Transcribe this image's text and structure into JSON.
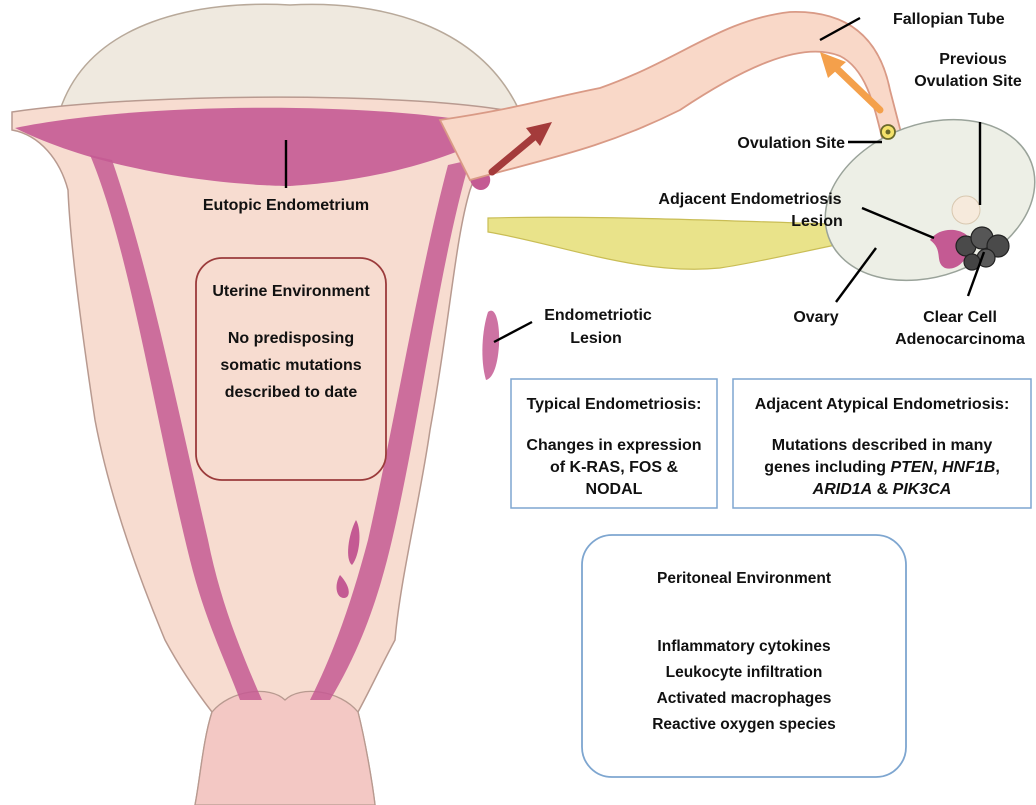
{
  "colors": {
    "uterus_fill": "#f7dcd0",
    "cap_fill": "#efe9df",
    "endometrium": "#c45a93",
    "tube_fill": "#f9d8c8",
    "ligament": "#e9e38a",
    "ovary_fill": "#edefe6",
    "tumor": "#4a4a4a",
    "arrow_dark": "#a43b3b",
    "arrow_orange": "#f4a04b",
    "box_red": "#9b3b3b",
    "box_blue": "#7ea6d0",
    "text": "#111111"
  },
  "labels": {
    "fallopian_tube": "Fallopian Tube",
    "previous_ovulation_site": [
      "Previous",
      "Ovulation Site"
    ],
    "ovulation_site": "Ovulation Site",
    "eutopic_endometrium": "Eutopic Endometrium",
    "adjacent_endometriosis_lesion": [
      "Adjacent Endometriosis",
      "Lesion"
    ],
    "endometriotic_lesion": [
      "Endometriotic",
      "Lesion"
    ],
    "ovary": "Ovary",
    "clear_cell": [
      "Clear Cell",
      "Adenocarcinoma"
    ]
  },
  "uterine_box": {
    "title": "Uterine Environment",
    "lines": [
      "No predisposing",
      "somatic mutations",
      "described to date"
    ]
  },
  "typical_box": {
    "title": "Typical Endometriosis:",
    "lines": [
      "Changes in expression",
      "of K-RAS, FOS &",
      "NODAL"
    ]
  },
  "atypical_box": {
    "title": "Adjacent Atypical Endometriosis:",
    "line1": "Mutations described in many",
    "line2_prefix": "genes including ",
    "gene1": "PTEN",
    "sep1": ", ",
    "gene2": "HNF1B",
    "sep2": ",",
    "gene3": "ARID1A",
    "amp": " & ",
    "gene4": "PIK3CA"
  },
  "peritoneal_box": {
    "title": "Peritoneal Environment",
    "lines": [
      "Inflammatory cytokines",
      "Leukocyte infiltration",
      "Activated macrophages",
      "Reactive oxygen species"
    ]
  }
}
